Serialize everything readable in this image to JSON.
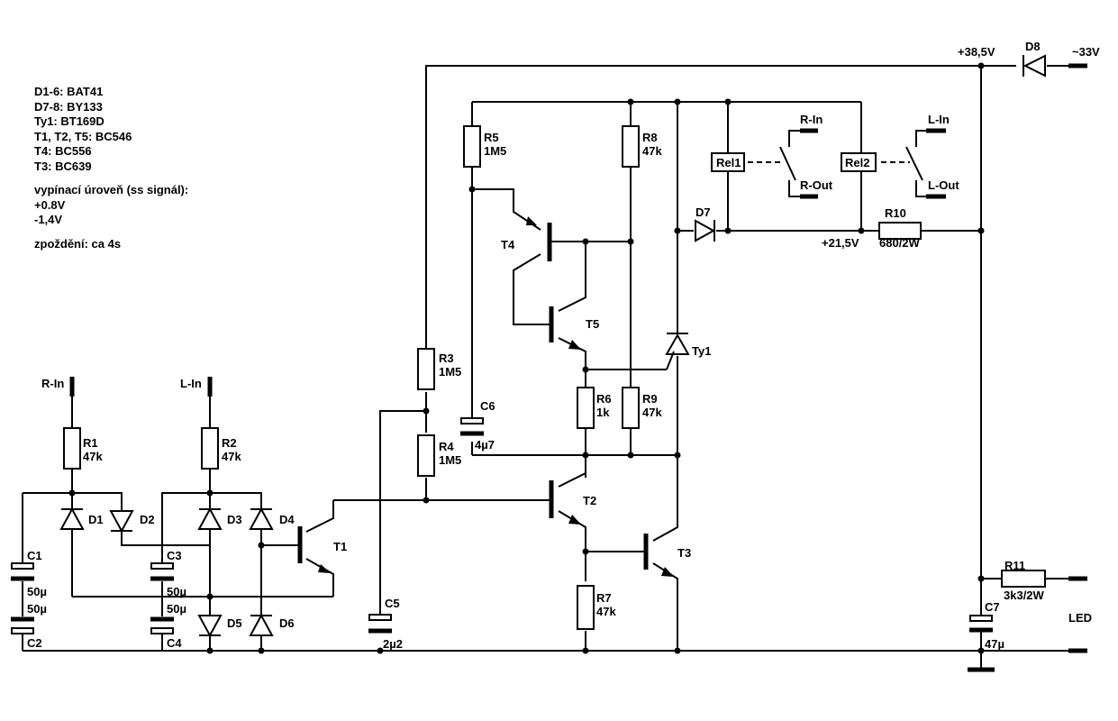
{
  "notes": {
    "lines": [
      "D1-6: BAT41",
      "D7-8: BY133",
      "Ty1: BT169D",
      "T1, T2, T5: BC546",
      "T4: BC556",
      "T3: BC639"
    ],
    "threshold_title": "vypínací úroveň (ss signál):",
    "threshold_values": [
      "+0.8V",
      "-1,4V"
    ],
    "delay": "zpoždění: ca 4s"
  },
  "labels": {
    "v385": "+38,5V",
    "d8": "D8",
    "v33": "~33V",
    "r5": "R5",
    "r5v": "1M5",
    "r8": "R8",
    "r8v": "47k",
    "rel1": "Rel1",
    "rel2": "Rel2",
    "rin1": "R-In",
    "rout": "R-Out",
    "lin1": "L-In",
    "lout": "L-Out",
    "d7": "D7",
    "r10": "R10",
    "r10v": "680/2W",
    "v215": "+21,5V",
    "t4": "T4",
    "t5": "T5",
    "ty1": "Ty1",
    "r3": "R3",
    "r3v": "1M5",
    "r4": "R4",
    "r4v": "1M5",
    "c6": "C6",
    "c6v": "4µ7",
    "r6": "R6",
    "r6v": "1k",
    "r9": "R9",
    "r9v": "47k",
    "t2": "T2",
    "t3": "T3",
    "r7": "R7",
    "r7v": "47k",
    "rin": "R-In",
    "lin": "L-In",
    "r1": "R1",
    "r1v": "47k",
    "r2": "R2",
    "r2v": "47k",
    "d1": "D1",
    "d2": "D2",
    "d3": "D3",
    "d4": "D4",
    "d5": "D5",
    "d6": "D6",
    "t1": "T1",
    "c1": "C1",
    "c1v": "50µ",
    "c2v": "50µ",
    "c2": "C2",
    "c3": "C3",
    "c3v": "50µ",
    "c4v": "50µ",
    "c4": "C4",
    "c5": "C5",
    "c5v": "2µ2",
    "r11": "R11",
    "r11v": "3k3/2W",
    "c7": "C7",
    "c7v": "47µ",
    "led": "LED"
  }
}
